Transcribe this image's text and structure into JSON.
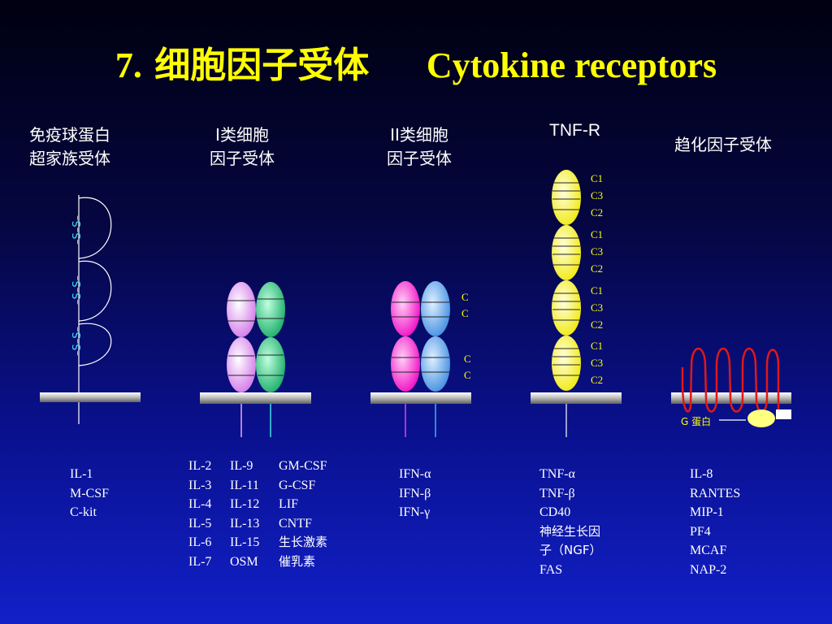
{
  "title": {
    "number": "7.",
    "chinese": "细胞因子受体",
    "english": "Cytokine receptors"
  },
  "families": [
    {
      "header_line1": "免疫球蛋白",
      "header_line2": "超家族受体",
      "disulfide_labels": [
        "–S–S–",
        "–S–S–",
        "–S–S–"
      ],
      "ligands": [
        "IL-1",
        "M-CSF",
        "C-kit"
      ]
    },
    {
      "header_line1": "I类细胞",
      "header_line2": "因子受体",
      "ligand_col1": [
        "IL-2",
        "IL-3",
        "IL-4",
        "IL-5",
        "IL-6",
        "IL-7"
      ],
      "ligand_col2": [
        "IL-9",
        "IL-11",
        "IL-12",
        "IL-13",
        "IL-15",
        "OSM"
      ],
      "ligand_col3": [
        "GM-CSF",
        "G-CSF",
        "LIF",
        "CNTF",
        "生长激素",
        "催乳素"
      ]
    },
    {
      "header_line1": "II类细胞",
      "header_line2": "因子受体",
      "cysteine_labels": [
        "C",
        "C",
        "C",
        "C"
      ],
      "ligands": [
        "IFN-α",
        "IFN-β",
        "IFN-γ"
      ]
    },
    {
      "header_line1": "TNF-R",
      "domain_labels": [
        "C1",
        "C3",
        "C2"
      ],
      "ligands": [
        "TNF-α",
        "TNF-β",
        "CD40",
        "神经生长因",
        "子（NGF）",
        "FAS"
      ]
    },
    {
      "header_line1": "趋化因子受体",
      "g_protein_label": "G 蛋白",
      "ligands": [
        "IL-8",
        "RANTES",
        "MIP-1",
        "PF4",
        "MCAF",
        "NAP-2"
      ]
    }
  ],
  "colors": {
    "title": "#ffff00",
    "membrane": "#d8d8d8",
    "class1_left": "#e8a8f0",
    "class1_right": "#3ccc88",
    "class2_left": "#ff40d8",
    "class2_right": "#58a8f0",
    "tnf_domain": "#ffff40",
    "disulfide": "#40e0ff",
    "chemokine_loop": "#e01818",
    "g_protein": "#ffff80"
  }
}
